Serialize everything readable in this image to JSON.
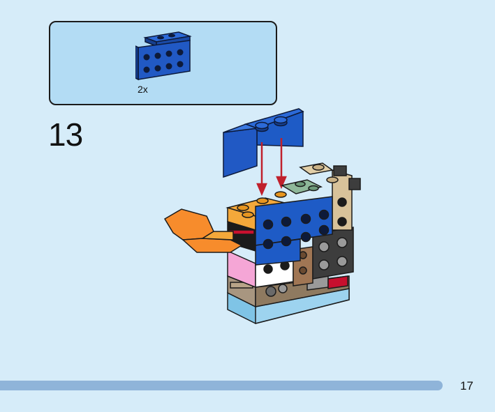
{
  "callout": {
    "quantity": "2x",
    "part_color": "#1e5bc6",
    "part_icon": "blue-1x2-2x2-bracket-icon"
  },
  "step": {
    "number": "13"
  },
  "model": {
    "new_part_icon": "blue-bracket-plate-icon",
    "arrow_color": "#c0202c",
    "colors": {
      "blue": "#1e5bc6",
      "orange": "#f4a83a",
      "bright_orange": "#f78c2c",
      "tan": "#d8c29a",
      "dark_gray": "#3d3d3d",
      "medium_gray": "#9a9a9a",
      "pink": "#f5a6d6",
      "white": "#ffffff",
      "sand_green": "#8fb89a",
      "brown": "#a07654",
      "light_blue": "#7fc4e6",
      "red": "#c8102e"
    }
  },
  "page": {
    "number": "17",
    "progress": 0.894
  }
}
